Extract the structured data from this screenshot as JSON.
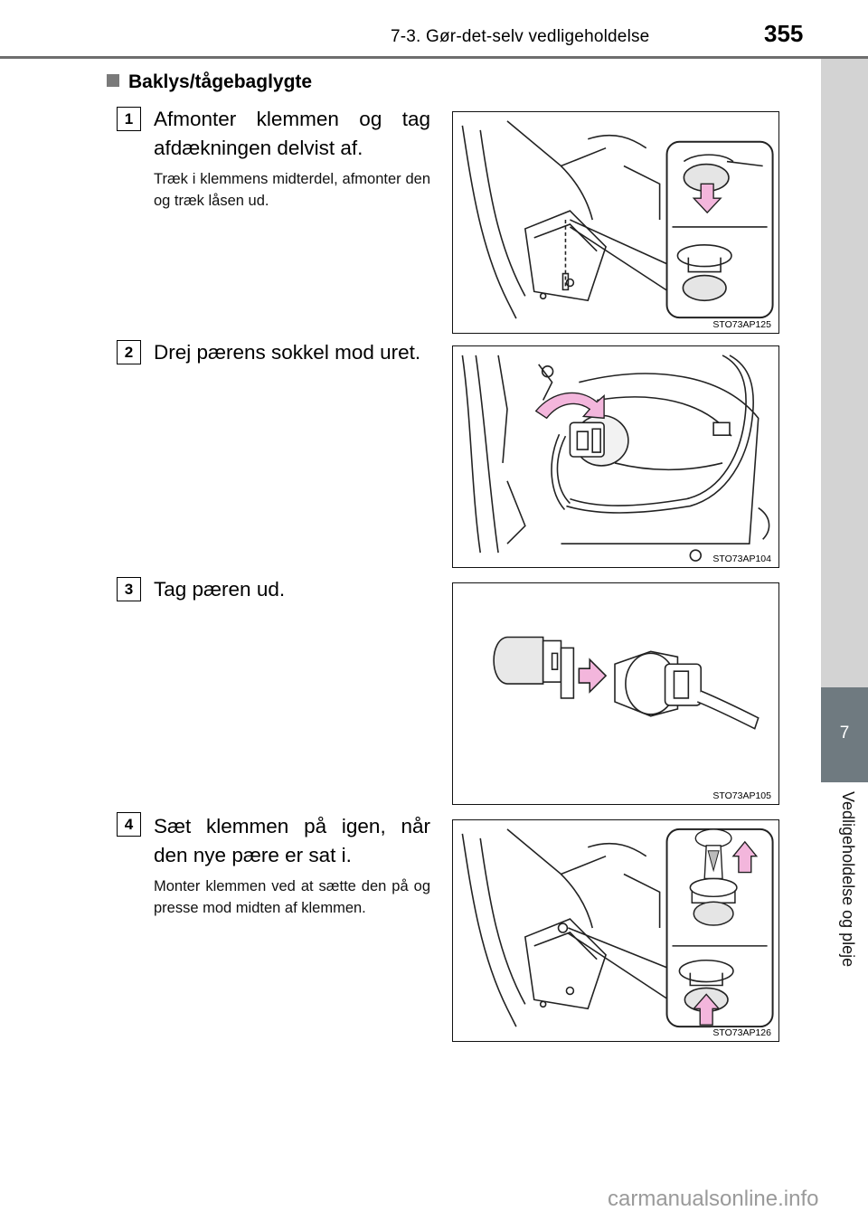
{
  "header": {
    "title": "7-3. Gør-det-selv vedligeholdelse",
    "page_number": "355"
  },
  "side_tab": {
    "chapter_number": "7",
    "chapter_label": "Vedligeholdelse og pleje"
  },
  "section": {
    "title": "Baklys/tågebaglygte"
  },
  "steps": [
    {
      "number": "1",
      "text": "Afmonter klemmen og tag afdækningen delvist af.",
      "note": "Træk i klemmens midterdel, afmonter den og træk låsen ud.",
      "figure_code": "STO73AP125"
    },
    {
      "number": "2",
      "text": "Drej pærens sokkel mod uret.",
      "note": "",
      "figure_code": "STO73AP104"
    },
    {
      "number": "3",
      "text": "Tag pæren ud.",
      "note": "",
      "figure_code": "STO73AP105"
    },
    {
      "number": "4",
      "text": "Sæt klemmen på igen, når den nye pære er sat i.",
      "note": "Monter klemmen ved at sætte den på og presse mod midten af klemmen.",
      "figure_code": "STO73AP126"
    }
  ],
  "colors": {
    "arrow_fill": "#f3b6dc",
    "arrow_stroke": "#222222",
    "tab_dark": "#6f7a80",
    "tab_light": "#d3d3d3"
  },
  "watermark": "carmanualsonline.info"
}
